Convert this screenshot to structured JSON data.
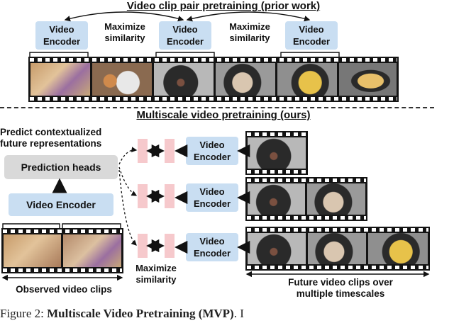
{
  "top": {
    "title": "Video clip pair pretraining (prior work)",
    "encoder_line1": "Video",
    "encoder_line2": "Encoder",
    "maximize_line1": "Maximize",
    "maximize_line2": "similarity"
  },
  "bottom": {
    "title": "Multiscale video pretraining (ours)",
    "predict_line1": "Predict contextualized",
    "predict_line2": "future representations",
    "prediction_heads": "Prediction heads",
    "video_encoder": "Video Encoder",
    "encoder_line1": "Video",
    "encoder_line2": "Encoder",
    "maximize_line1": "Maximize",
    "maximize_line2": "similarity",
    "observed_clips": "Observed video clips",
    "future_line1": "Future video clips over",
    "future_line2": "multiple timescales"
  },
  "caption_fragment": "Figure 2:",
  "caption_bold": "Multiscale Video Pretraining (MVP)",
  "caption_tail": ". I",
  "colors": {
    "encoder_fill": "#c9def2",
    "pink_fill": "#f6c9cc",
    "heads_fill": "#d9d9d9",
    "film": "#141414"
  }
}
